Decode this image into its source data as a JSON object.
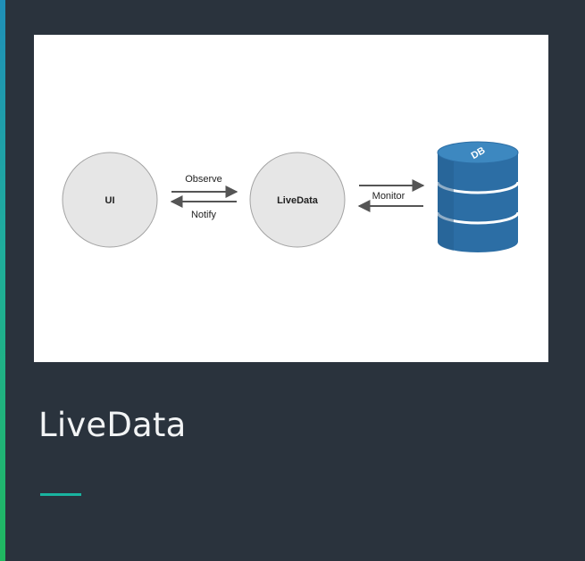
{
  "slide": {
    "title": "LiveData",
    "accent_color": "#19b4a0"
  },
  "diagram": {
    "nodes": {
      "ui": "UI",
      "livedata": "LiveData",
      "db": "DB"
    },
    "edges": {
      "observe": "Observe",
      "notify": "Notify",
      "monitor": "Monitor"
    },
    "colors": {
      "node_fill": "#e6e6e6",
      "node_stroke": "#9e9e9e",
      "db_fill": "#2a6fa6",
      "db_top": "#3f8ac2",
      "arrow": "#555555"
    }
  }
}
